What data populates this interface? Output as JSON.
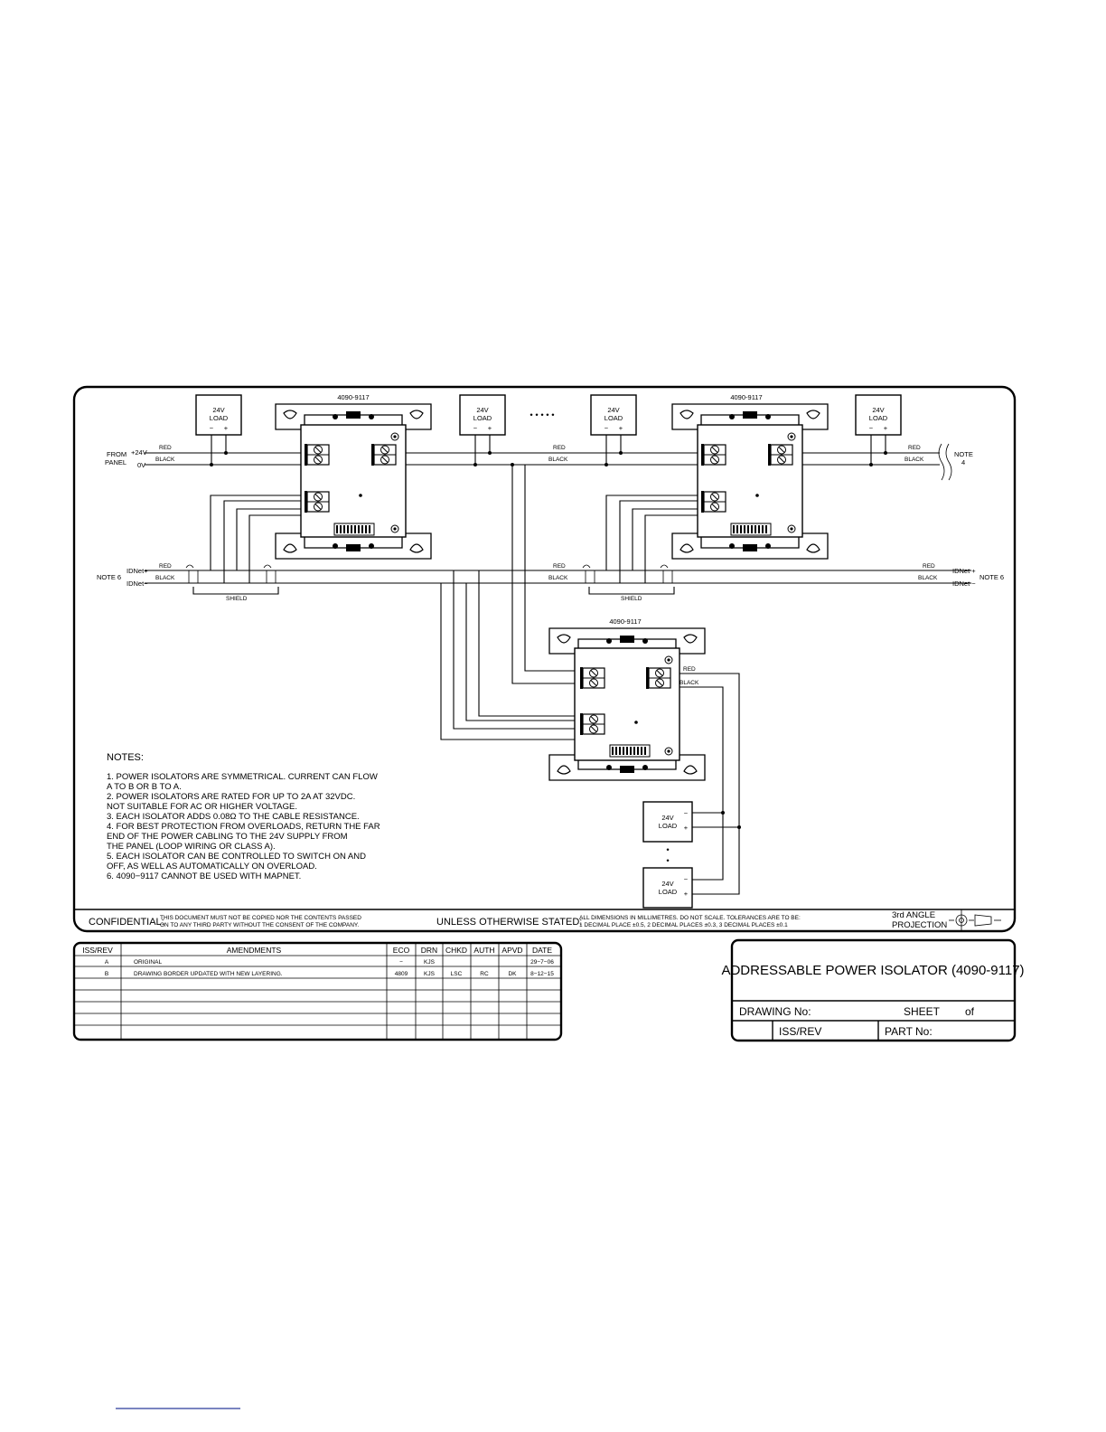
{
  "diagram": {
    "module_label": "4090-9117",
    "load_line1": "24V",
    "load_line2": "LOAD",
    "minus": "−",
    "plus": "+",
    "red": "RED",
    "black": "BLACK",
    "from": "FROM",
    "panel": "PANEL",
    "v24": "+24V",
    "v0": "0V",
    "note4a": "NOTE",
    "note4b": "4",
    "note6": "NOTE 6",
    "idnet_plus_left": "IDNet+",
    "idnet_minus_left": "IDNet−",
    "idnet_plus_right": "IDNet +",
    "idnet_minus_right": "IDNet −",
    "shield": "SHIELD",
    "dots": "•  •  •  •  •",
    "vdot": "•"
  },
  "notes": {
    "title": "NOTES:",
    "lines": [
      "1.  POWER  ISOLATORS  ARE  SYMMETRICAL.  CURRENT  CAN  FLOW",
      "     A  TO  B  OR  B  TO  A.",
      "2.  POWER  ISOLATORS  ARE  RATED  FOR  UP  TO  2A  AT  32VDC.",
      "     NOT  SUITABLE  FOR  AC  OR  HIGHER  VOLTAGE.",
      "3.  EACH  ISOLATOR  ADDS  0.08Ω  TO  THE  CABLE  RESISTANCE.",
      "4.  FOR  BEST  PROTECTION  FROM  OVERLOADS,  RETURN  THE  FAR",
      "     END  OF  THE  POWER  CABLING  TO  THE  24V  SUPPLY  FROM",
      "     THE  PANEL  (LOOP  WIRING  OR  CLASS  A).",
      "5.  EACH  ISOLATOR  CAN  BE  CONTROLLED  TO  SWITCH  ON  AND",
      "     OFF,  AS  WELL  AS  AUTOMATICALLY  ON  OVERLOAD.",
      "6.  4090−9117  CANNOT  BE  USED  WITH  MAPNET."
    ]
  },
  "footer": {
    "confidential_label": "CONFIDENTIAL:",
    "confidential_line1": "THIS  DOCUMENT  MUST  NOT  BE  COPIED  NOR  THE  CONTENTS  PASSED",
    "confidential_line2": "ON  TO  ANY  THIRD  PARTY  WITHOUT  THE  CONSENT  OF  THE  COMPANY.",
    "unless_label": "UNLESS  OTHERWISE  STATED:",
    "unless_line1": "ALL  DIMENSIONS  IN  MILLIMETRES.  DO  NOT  SCALE.  TOLERANCES  ARE  TO  BE:",
    "unless_line2": "1  DECIMAL  PLACE  ±0.5,  2  DECIMAL  PLACES  ±0.3,  3  DECIMAL  PLACES  ±0.1",
    "projection_line1": "3rd  ANGLE",
    "projection_line2": "PROJECTION"
  },
  "amendments": {
    "headers": [
      "ISS/REV",
      "AMENDMENTS",
      "ECO",
      "DRN",
      "CHKD",
      "AUTH",
      "APVD",
      "DATE"
    ],
    "rows": [
      [
        "A",
        "ORIGINAL",
        "−",
        "KJS",
        "",
        "",
        "",
        "29−7−06"
      ],
      [
        "B",
        "DRAWING  BORDER  UPDATED  WITH  NEW  LAYERING.",
        "4809",
        "KJS",
        "LSC",
        "RC",
        "DK",
        "8−12−15"
      ]
    ]
  },
  "title_block": {
    "title": "ADDRESSABLE  POWER  ISOLATOR  (4090-9117)",
    "drawing_no": "DRAWING  No:",
    "sheet": "SHEET",
    "of": "of",
    "iss_rev": "ISS/REV",
    "part_no": "PART  No:"
  }
}
